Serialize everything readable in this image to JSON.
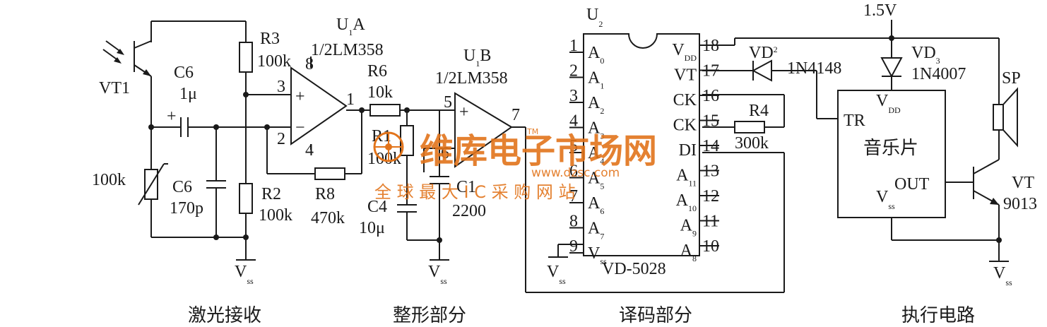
{
  "components": {
    "u1a_name": "U",
    "u1a_sub": "1",
    "u1a_suffix": "A",
    "u1a_part": "1/2LM358",
    "u1b_name": "U",
    "u1b_sub": "1",
    "u1b_suffix": "B",
    "u1b_part": "1/2LM358",
    "u2_name": "U",
    "u2_sub": "2",
    "vt1": "VT1",
    "r3": "R3",
    "r3_val": "100k",
    "c6a": "C6",
    "c6a_val": "1μ",
    "r6": "R6",
    "r6_val": "10k",
    "pot_val": "100k",
    "c6b": "C6",
    "c6b_val": "170p",
    "r2": "R2",
    "r2_val": "100k",
    "r8": "R8",
    "r8_val": "470k",
    "r1": "R1",
    "r1_val": "100k",
    "c1": "C1",
    "c1_val": "2200",
    "c4": "C4",
    "c4_val": "10μ",
    "vd2": "VD",
    "vd2_sub": "2",
    "vd2_part": "1N4148",
    "vd3": "VD",
    "vd3_sub": "3",
    "vd3_part": "1N4007",
    "supply": "1.5V",
    "sp": "SP",
    "r4": "R4",
    "r4_val": "300k",
    "vt": "VT",
    "vt_part": "9013",
    "vss": "V",
    "vss_sub": "ss",
    "vdd_sub": "DD"
  },
  "opamp_pins": {
    "p8": "8",
    "p3": "3",
    "p2": "2",
    "p4": "4",
    "p1": "1",
    "p5": "5",
    "p6": "6",
    "p7": "7",
    "plus": "+",
    "minus": "−"
  },
  "ic_u2": {
    "chip_name": "VD-5028",
    "left_pins": [
      {
        "num": "1",
        "label": "A",
        "sub": "0"
      },
      {
        "num": "2",
        "label": "A",
        "sub": "1"
      },
      {
        "num": "3",
        "label": "A",
        "sub": "2"
      },
      {
        "num": "4",
        "label": "A",
        "sub": "3"
      },
      {
        "num": "5",
        "label": "A",
        "sub": "4"
      },
      {
        "num": "6",
        "label": "A",
        "sub": "5"
      },
      {
        "num": "7",
        "label": "A",
        "sub": "6"
      },
      {
        "num": "8",
        "label": "A",
        "sub": "7"
      },
      {
        "num": "9",
        "label": "V",
        "sub": "ss"
      }
    ],
    "right_pins": [
      {
        "num": "18",
        "label": "V",
        "sub": "DD"
      },
      {
        "num": "17",
        "label": "VT",
        "sub": ""
      },
      {
        "num": "16",
        "label": "CK",
        "sub": ""
      },
      {
        "num": "15",
        "label": "CK",
        "sub": ""
      },
      {
        "num": "14",
        "label": "DI",
        "sub": ""
      },
      {
        "num": "13",
        "label": "A",
        "sub": "11"
      },
      {
        "num": "12",
        "label": "A",
        "sub": "10"
      },
      {
        "num": "11",
        "label": "A",
        "sub": "9"
      },
      {
        "num": "10",
        "label": "A",
        "sub": "8"
      }
    ]
  },
  "music_chip": {
    "tr": "TR",
    "name": "音乐片",
    "out": "OUT",
    "vdd": "V",
    "vdd_sub": "DD",
    "vss": "V",
    "vss_sub": "ss"
  },
  "sections": [
    "激光接收",
    "整形部分",
    "译码部分",
    "执行电路"
  ],
  "watermark": {
    "title": "维库电子市场网",
    "tm": "TM",
    "url": "www.dzsc.com",
    "slogan": "全 球 最 大 I C 采 购 网 站"
  },
  "colors": {
    "ink": "#1a1a1a",
    "watermark": "#e2741b"
  }
}
